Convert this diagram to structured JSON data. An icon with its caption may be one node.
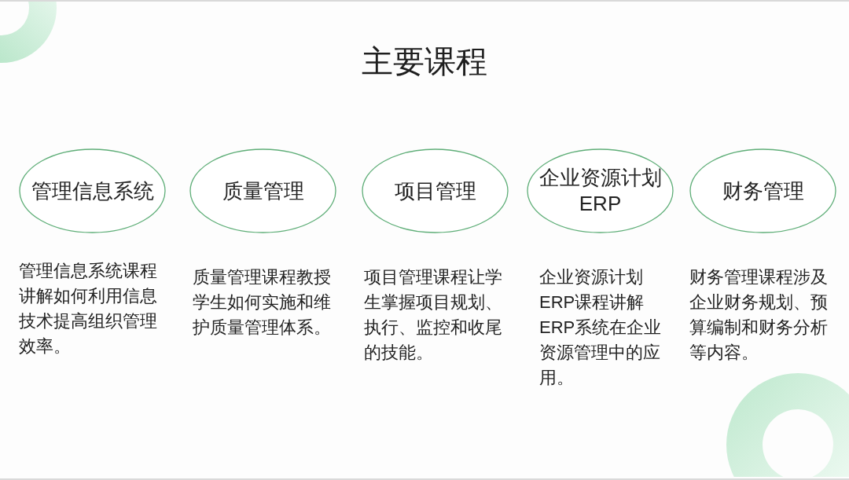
{
  "diagram": {
    "title": "主要课程",
    "nodes": [
      {
        "text": [
          "管理信息系统"
        ],
        "beside": [
          "管理信息系统课程讲解如何利用信息技术提高组织管理效率。"
        ]
      },
      {
        "text": [
          "质量管理"
        ],
        "beside": [
          "质量管理课程教授学生如何实施和维护质量管理体系。"
        ]
      },
      {
        "text": [
          "项目管理"
        ],
        "beside": [
          "项目管理课程让学生掌握项目规划、执行、监控和收尾的技能。"
        ]
      },
      {
        "text": [
          "企业资源计划ERP"
        ],
        "beside": [
          "企业资源计划ERP课程讲解ERP系统在企业资源管理中的应用。"
        ]
      },
      {
        "text": [
          "财务管理"
        ],
        "beside": [
          "财务管理课程涉及企业财务规划、预算编制和财务分析等内容。"
        ]
      }
    ]
  }
}
